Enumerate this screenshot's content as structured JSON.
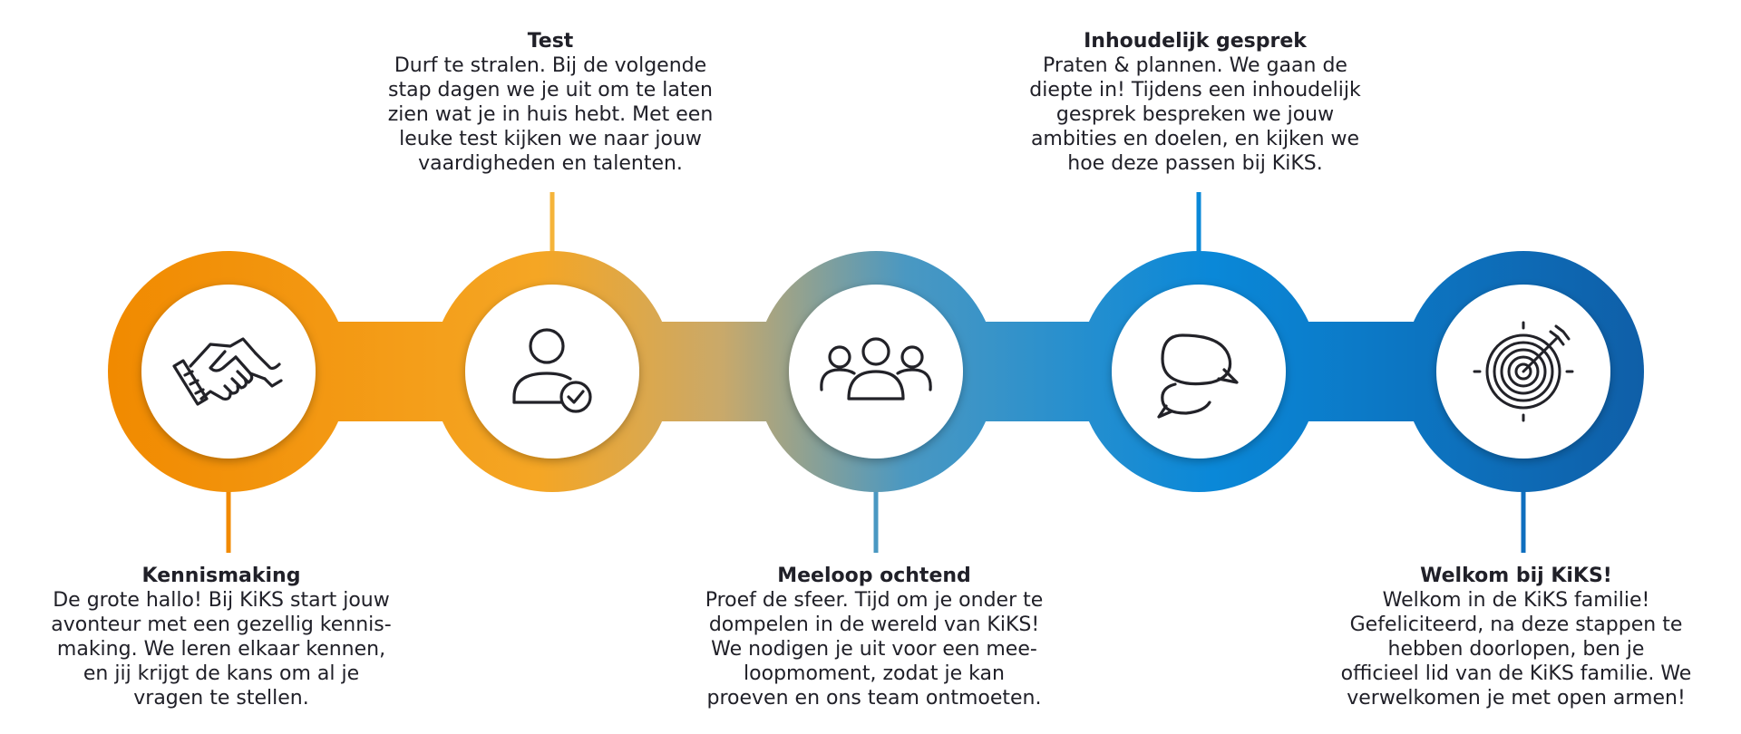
{
  "colors": {
    "orange": "#F18A00",
    "amber": "#F5A624",
    "teal": "#4A98C2",
    "blue": "#0A88D8",
    "navy": "#0F5FA8",
    "icon": "#222228"
  },
  "steps": [
    {
      "title": "Kennismaking",
      "description": "De grote hallo! Bij KiKS start jouw\navonteur met een gezellig kennis-\nmaking. We leren elkaar kennen,\nen jij krijgt de kans om al je\nvragen te stellen.",
      "icon": "handshake-icon"
    },
    {
      "title": "Test",
      "description": "Durf te stralen. Bij de volgende\nstap dagen we je uit om te laten\nzien wat je in huis hebt. Met een\nleuke test kijken we naar jouw\nvaardigheden en talenten.",
      "icon": "user-check-icon"
    },
    {
      "title": "Meeloop ochtend",
      "description": "Proef de sfeer. Tijd om je onder te\ndompelen in de wereld van KiKS!\nWe nodigen je uit voor een mee-\nloopmoment, zodat je kan\nproeven en ons team ontmoeten.",
      "icon": "group-icon"
    },
    {
      "title": "Inhoudelijk gesprek",
      "description": "Praten & plannen. We gaan de\ndiepte in! Tijdens een inhoudelijk\ngesprek bespreken we jouw\nambities en doelen, en kijken we\nhoe deze passen bij KiKS.",
      "icon": "chat-bubbles-icon"
    },
    {
      "title": "Welkom bij KiKS!",
      "description": "Welkom in de KiKS familie!\nGefeliciteerd, na deze stappen te\nhebben doorlopen, ben je\nofficieel lid van de KiKS familie. We\nverwelkomen je met open armen!",
      "icon": "target-icon"
    }
  ]
}
